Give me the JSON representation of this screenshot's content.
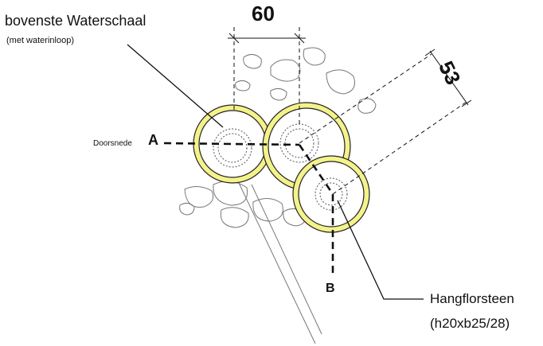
{
  "labels": {
    "upper_bowl": "bovenste Waterschaal",
    "upper_bowl_note": "(met waterinloop)",
    "hanging_stone": "Hangflorsteen",
    "hanging_stone_size": "(h20xb25/28)",
    "section_label": "Doorsnede",
    "section_a": "A",
    "section_b": "B"
  },
  "dimensions": {
    "horizontal": "60",
    "diagonal": "53"
  },
  "colors": {
    "ring_fill": "#f4f28a",
    "line": "#111111",
    "sketch": "#555555"
  }
}
